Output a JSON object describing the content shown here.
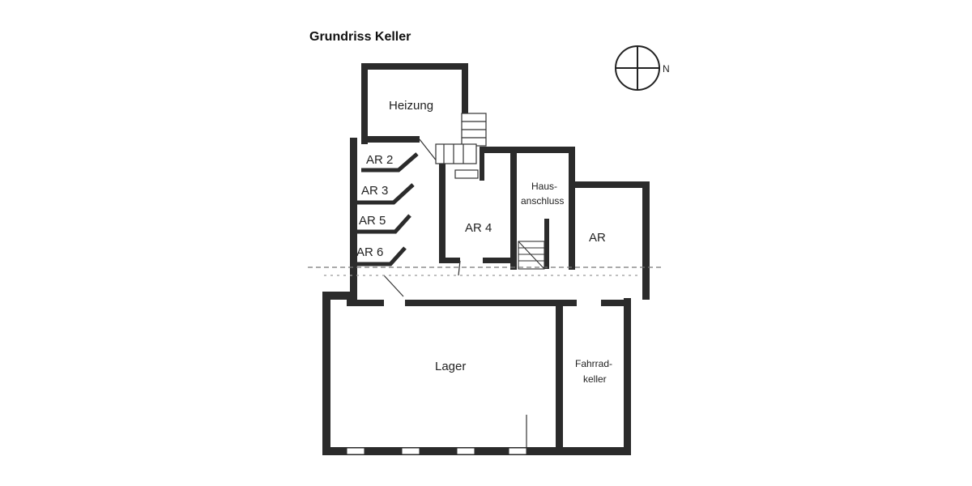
{
  "title": "Grundriss Keller",
  "compass": {
    "direction_label": "N"
  },
  "rooms": {
    "heizung": "Heizung",
    "ar2": "AR 2",
    "ar3": "AR 3",
    "ar5": "AR 5",
    "ar6": "AR 6",
    "ar4": "AR 4",
    "hausanschluss_line1": "Haus-",
    "hausanschluss_line2": "anschluss",
    "ar": "AR",
    "lager": "Lager",
    "fahrradkeller_line1": "Fahrrad-",
    "fahrradkeller_line2": "keller"
  },
  "colors": {
    "wall": "#2b2b2b",
    "text": "#222222"
  }
}
